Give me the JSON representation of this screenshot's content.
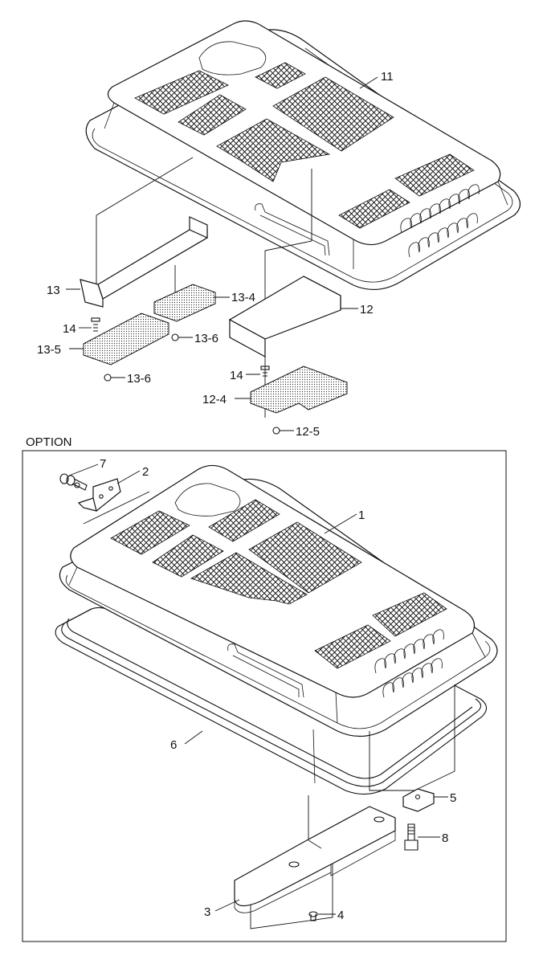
{
  "section_label": "OPTION",
  "callouts": {
    "c11": "11",
    "c13": "13",
    "c13_4": "13-4",
    "c12": "12",
    "c14a": "14",
    "c13_6a": "13-6",
    "c13_5": "13-5",
    "c13_6b": "13-6",
    "c14b": "14",
    "c12_4": "12-4",
    "c12_5": "12-5",
    "c7": "7",
    "c2": "2",
    "c1": "1",
    "c6": "6",
    "c5": "5",
    "c8": "8",
    "c3": "3",
    "c4": "4"
  }
}
